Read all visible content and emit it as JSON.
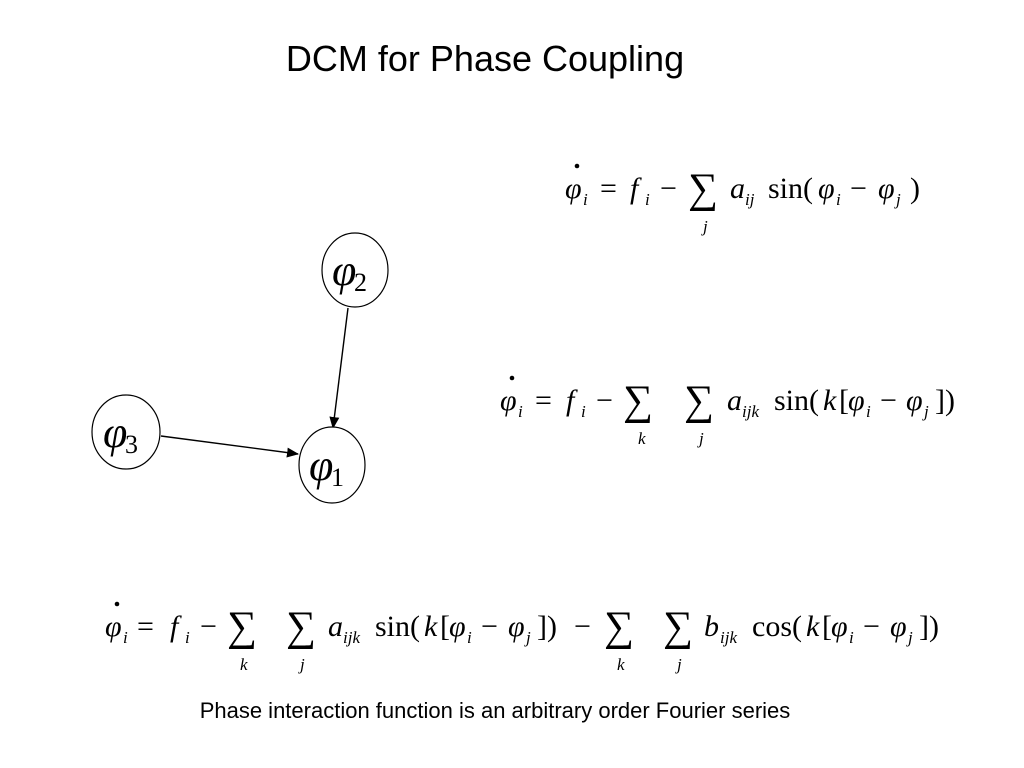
{
  "slide": {
    "title": "DCM for Phase Coupling",
    "caption": "Phase interaction function is an arbitrary order Fourier series"
  },
  "diagram": {
    "nodes": [
      {
        "id": "phi1",
        "symbol": "φ",
        "index": "1"
      },
      {
        "id": "phi2",
        "symbol": "φ",
        "index": "2"
      },
      {
        "id": "phi3",
        "symbol": "φ",
        "index": "3"
      }
    ],
    "edges": [
      {
        "from": "phi2",
        "to": "phi1"
      },
      {
        "from": "phi3",
        "to": "phi1"
      }
    ]
  },
  "symbols": {
    "phi": "φ",
    "f": "f",
    "a": "a",
    "b": "b",
    "k": "k",
    "equals": "=",
    "minus": "−",
    "sigma": "∑",
    "sin_open": "sin(",
    "cos_open": "cos(",
    "close": ")",
    "bracket_open": "[",
    "bracket_close": "])",
    "i": "i",
    "j": "j",
    "ij": "ij",
    "ijk": "ijk"
  }
}
